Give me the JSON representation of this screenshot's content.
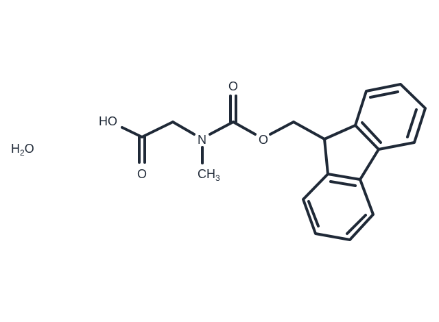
{
  "molecule": {
    "ink_color": "#1f2937",
    "labels": {
      "water_h": "H",
      "water_sub": "2",
      "water_o": "O",
      "hydroxyl": "HO",
      "acid_carbonyl_o": "O",
      "nitrogen": "N",
      "methyl_ch": "CH",
      "methyl_sub": "3",
      "carbamate_carbonyl_o": "O",
      "ester_o": "O"
    }
  }
}
